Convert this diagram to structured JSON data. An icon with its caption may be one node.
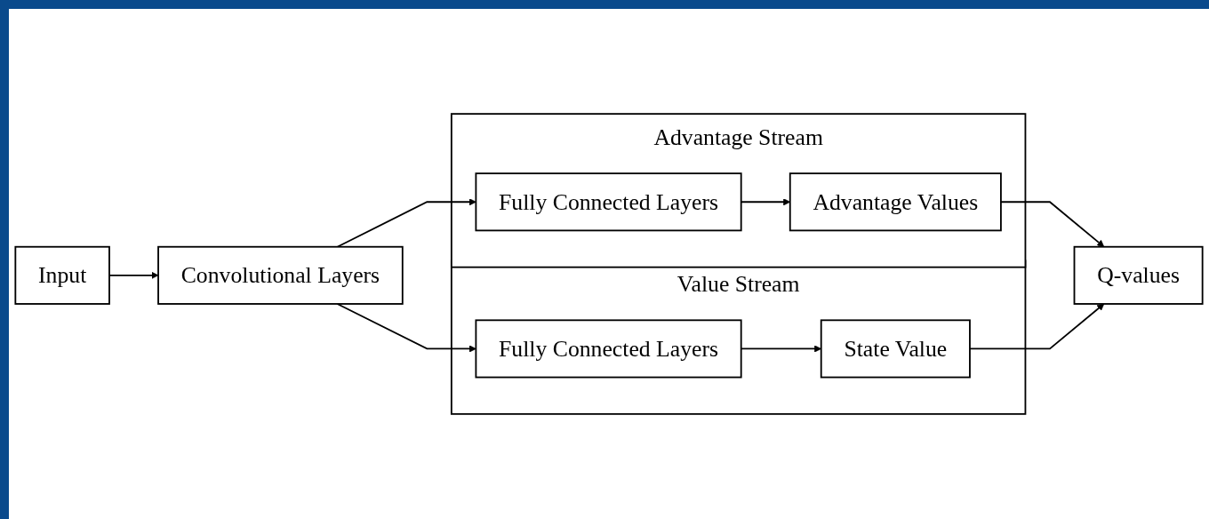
{
  "diagram": {
    "nodes": [
      {
        "text": [
          "Input"
        ]
      },
      {
        "text": [
          "Convolutional Layers"
        ]
      },
      {
        "text": [
          "Advantage Stream"
        ]
      },
      {
        "text": [
          "Fully Connected Layers"
        ],
        "in": 2
      },
      {
        "text": [
          "Advantage Values"
        ],
        "in": 2
      },
      {
        "text": [
          "Value Stream"
        ]
      },
      {
        "text": [
          "Fully Connected Layers"
        ],
        "in": 5
      },
      {
        "text": [
          "State Value"
        ],
        "in": 5
      },
      {
        "text": [
          "Q-values"
        ]
      }
    ],
    "edges": [
      {
        "from": 0,
        "to": 1,
        "arrow": "to"
      },
      {
        "from": 1,
        "to": 3,
        "arrow": "to"
      },
      {
        "from": 3,
        "to": 4,
        "arrow": "to"
      },
      {
        "from": 1,
        "to": 6,
        "arrow": "to"
      },
      {
        "from": 6,
        "to": 7,
        "arrow": "to"
      },
      {
        "from": 4,
        "to": 8,
        "arrow": "to"
      },
      {
        "from": 7,
        "to": 8,
        "arrow": "to"
      }
    ]
  }
}
